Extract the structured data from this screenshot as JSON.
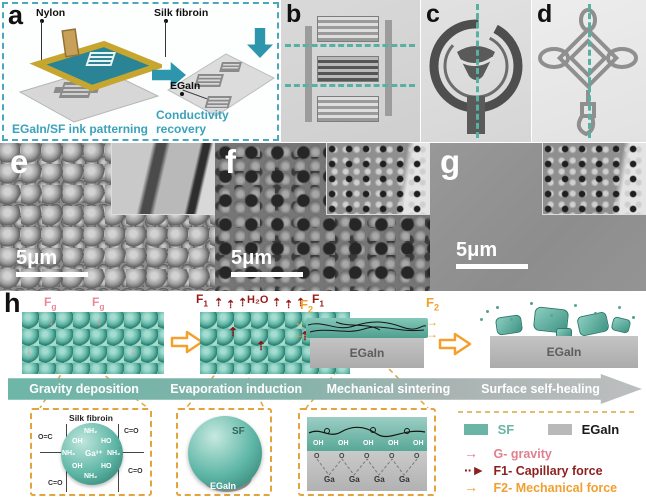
{
  "figure": {
    "panel_a": {
      "label": "a",
      "labels": {
        "nylon": "Nylon",
        "silk_fibroin": "Silk fibroin",
        "egain": "EGaIn"
      },
      "captions": {
        "left": "EGaIn/SF ink patterning",
        "right": "Conductivity recovery"
      }
    },
    "panel_b": {
      "label": "b"
    },
    "panel_c": {
      "label": "c"
    },
    "panel_d": {
      "label": "d"
    },
    "panel_e": {
      "label": "e",
      "scale_bar": "5μm"
    },
    "panel_f": {
      "label": "f",
      "scale_bar": "5μm"
    },
    "panel_g": {
      "label": "g",
      "scale_bar": "5μm"
    },
    "panel_h": {
      "label": "h",
      "forces": {
        "fg": {
          "base": "F",
          "sub": "g"
        },
        "f1": {
          "base": "F",
          "sub": "1"
        },
        "f2": {
          "base": "F",
          "sub": "2"
        },
        "h2o": "H₂O"
      },
      "stage3_substrate": "EGaIn",
      "stage4_substrate": "EGaIn",
      "banner": [
        "Gravity deposition",
        "Evaporation induction",
        "Mechanical sintering",
        "Surface self-healing"
      ],
      "inset_molecule": {
        "title": "Silk fibroin",
        "center": "Ga³⁺",
        "ligand_top": "NH₂",
        "ligand_ul": "OH",
        "ligand_ur": "HO",
        "ligand_left": "NH₂",
        "ligand_right": "NH₂",
        "ligand_ll": "OH",
        "ligand_lr": "HO",
        "ligand_bottom": "NH₂",
        "corner_left": "O=C",
        "corner_right": "C=O",
        "corner_top": "C=O",
        "corner_bottom": "C=O"
      },
      "inset_particle": {
        "shell": "SF",
        "core": "EGaIn"
      },
      "inset_interface": {
        "oh": [
          "OH",
          "OH",
          "OH",
          "OH",
          "OH"
        ],
        "o": [
          "O",
          "O",
          "O",
          "O",
          "O"
        ],
        "ga": [
          "Ga",
          "Ga",
          "Ga",
          "Ga"
        ]
      },
      "legend": {
        "materials": [
          {
            "name": "SF",
            "color": "#6ab5a6"
          },
          {
            "name": "EGaIn",
            "color": "#b9b9b9"
          }
        ],
        "forces": [
          {
            "label": "G- gravity",
            "color": "#e0808f",
            "style": "solid"
          },
          {
            "label": "F1- Capillary force",
            "color": "#8e1f1f",
            "style": "dashed"
          },
          {
            "label": "F2- Mechanical force",
            "color": "#efa02e",
            "style": "solid"
          }
        ]
      }
    },
    "colors": {
      "teal_accent": "#3ba2ba",
      "sphere_teal": "#5eb6a6",
      "orange": "#f0a030",
      "pink": "#e8899a",
      "dark_red": "#8e1f1f"
    }
  }
}
